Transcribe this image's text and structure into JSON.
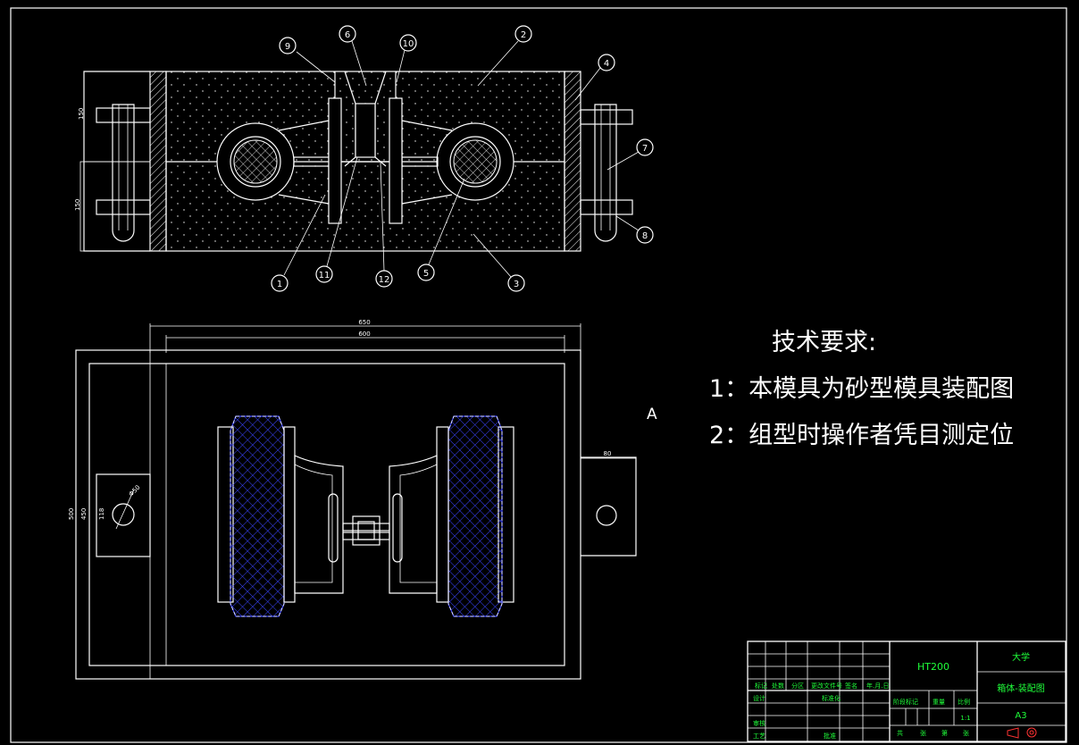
{
  "drawing": {
    "section_mark": "A",
    "technical_requirements": {
      "title": "技术要求:",
      "items": [
        "1：本模具为砂型模具装配图",
        "2：组型时操作者凭目测定位"
      ]
    },
    "balloons": [
      "1",
      "2",
      "3",
      "4",
      "5",
      "6",
      "7",
      "8",
      "9",
      "10",
      "11",
      "12"
    ],
    "dimensions": {
      "width_outer": "650",
      "width_inner": "600",
      "height_outer": "500",
      "height_inner": "450",
      "hole_label": "118",
      "hole_dia": "Φ50",
      "lug_width": "80",
      "top_left_upper": "150",
      "top_left_lower": "150"
    }
  },
  "title_block": {
    "material": "HT200",
    "school": "大学",
    "drawing_name": "箱体-装配图",
    "sheet_size": "A3",
    "scale": "1:1",
    "cells": {
      "r1": [
        "标记",
        "处数",
        "分区",
        "更改文件号",
        "签名",
        "年.月.日"
      ],
      "r2": [
        "设计",
        "",
        "",
        "标准化",
        "",
        "",
        "阶段标记",
        "重量",
        "比例"
      ],
      "r3": [
        "审核",
        ""
      ],
      "r4": [
        "工艺",
        "",
        "",
        "批准",
        "",
        "",
        "共",
        "张",
        "第",
        "张"
      ]
    }
  }
}
